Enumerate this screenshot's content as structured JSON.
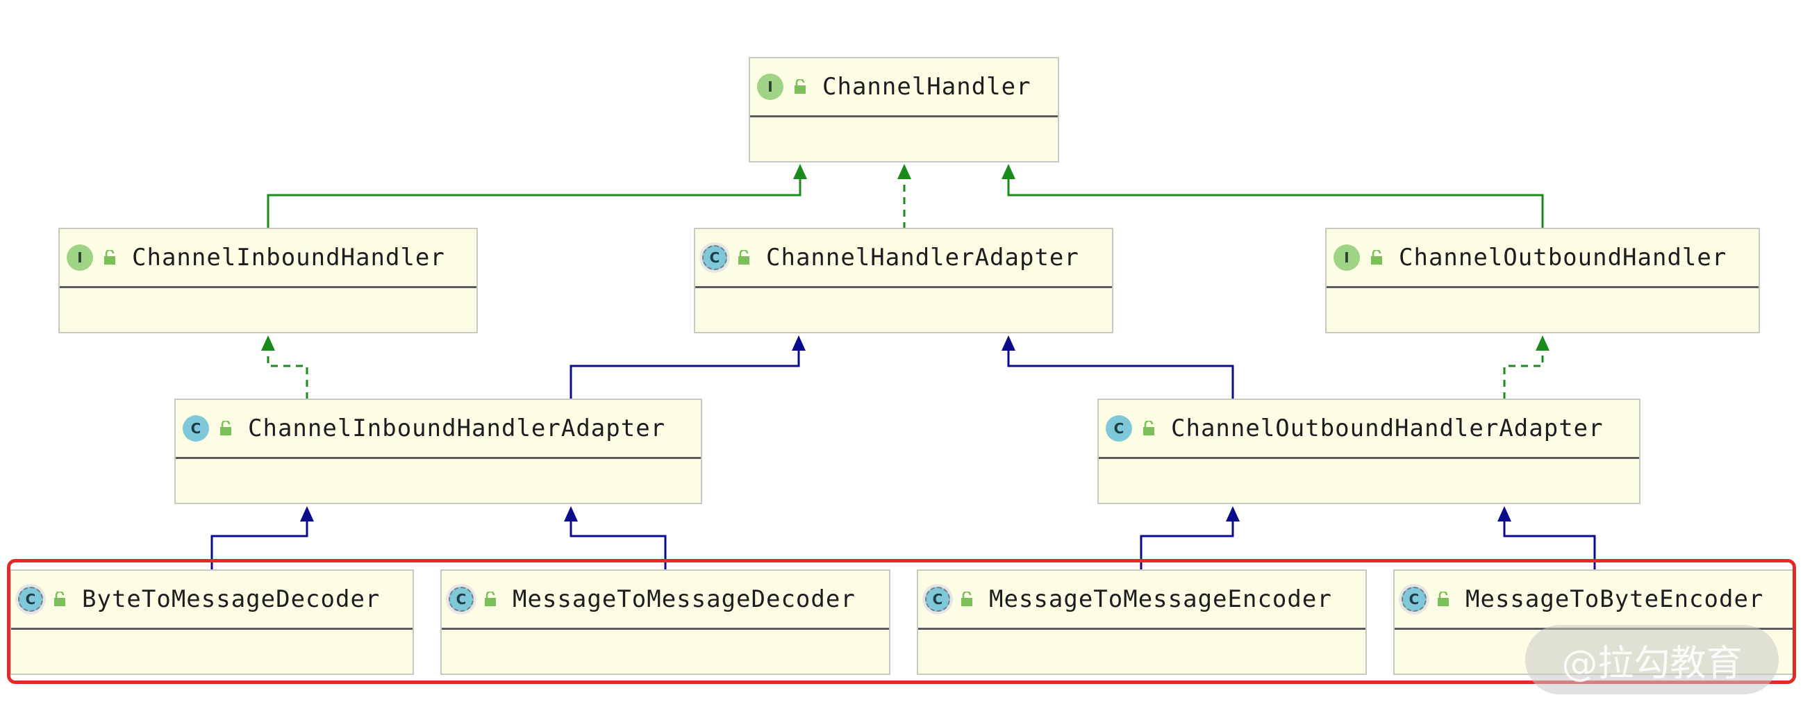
{
  "nodes": {
    "channel_handler": {
      "name": "ChannelHandler",
      "kind": "I"
    },
    "channel_inbound_handler": {
      "name": "ChannelInboundHandler",
      "kind": "I"
    },
    "channel_handler_adapter": {
      "name": "ChannelHandlerAdapter",
      "kind": "C"
    },
    "channel_outbound_handler": {
      "name": "ChannelOutboundHandler",
      "kind": "I"
    },
    "channel_inbound_handler_adapter": {
      "name": "ChannelInboundHandlerAdapter",
      "kind": "C"
    },
    "channel_outbound_handler_adapter": {
      "name": "ChannelOutboundHandlerAdapter",
      "kind": "C"
    },
    "byte_to_message_decoder": {
      "name": "ByteToMessageDecoder",
      "kind": "C"
    },
    "message_to_message_decoder": {
      "name": "MessageToMessageDecoder",
      "kind": "C"
    },
    "message_to_message_encoder": {
      "name": "MessageToMessageEncoder",
      "kind": "C"
    },
    "message_to_byte_encoder": {
      "name": "MessageToByteEncoder",
      "kind": "C"
    }
  },
  "colors": {
    "extends_interface": "#1a8a1a",
    "implements": "#1a8a1a",
    "extends_class": "#0a0a8c",
    "node_fill": "#fdfde5",
    "highlight": "#e02b2b"
  },
  "edges": [
    {
      "from": "channel_inbound_handler",
      "to": "channel_handler",
      "style": "solid-green"
    },
    {
      "from": "channel_handler_adapter",
      "to": "channel_handler",
      "style": "dashed-green"
    },
    {
      "from": "channel_outbound_handler",
      "to": "channel_handler",
      "style": "solid-green"
    },
    {
      "from": "channel_inbound_handler_adapter",
      "to": "channel_inbound_handler",
      "style": "dashed-green"
    },
    {
      "from": "channel_inbound_handler_adapter",
      "to": "channel_handler_adapter",
      "style": "solid-blue"
    },
    {
      "from": "channel_outbound_handler_adapter",
      "to": "channel_handler_adapter",
      "style": "solid-blue"
    },
    {
      "from": "channel_outbound_handler_adapter",
      "to": "channel_outbound_handler",
      "style": "dashed-green"
    },
    {
      "from": "byte_to_message_decoder",
      "to": "channel_inbound_handler_adapter",
      "style": "solid-blue"
    },
    {
      "from": "message_to_message_decoder",
      "to": "channel_inbound_handler_adapter",
      "style": "solid-blue"
    },
    {
      "from": "message_to_message_encoder",
      "to": "channel_outbound_handler_adapter",
      "style": "solid-blue"
    },
    {
      "from": "message_to_byte_encoder",
      "to": "channel_outbound_handler_adapter",
      "style": "solid-blue"
    }
  ],
  "watermark": "@拉勾教育"
}
